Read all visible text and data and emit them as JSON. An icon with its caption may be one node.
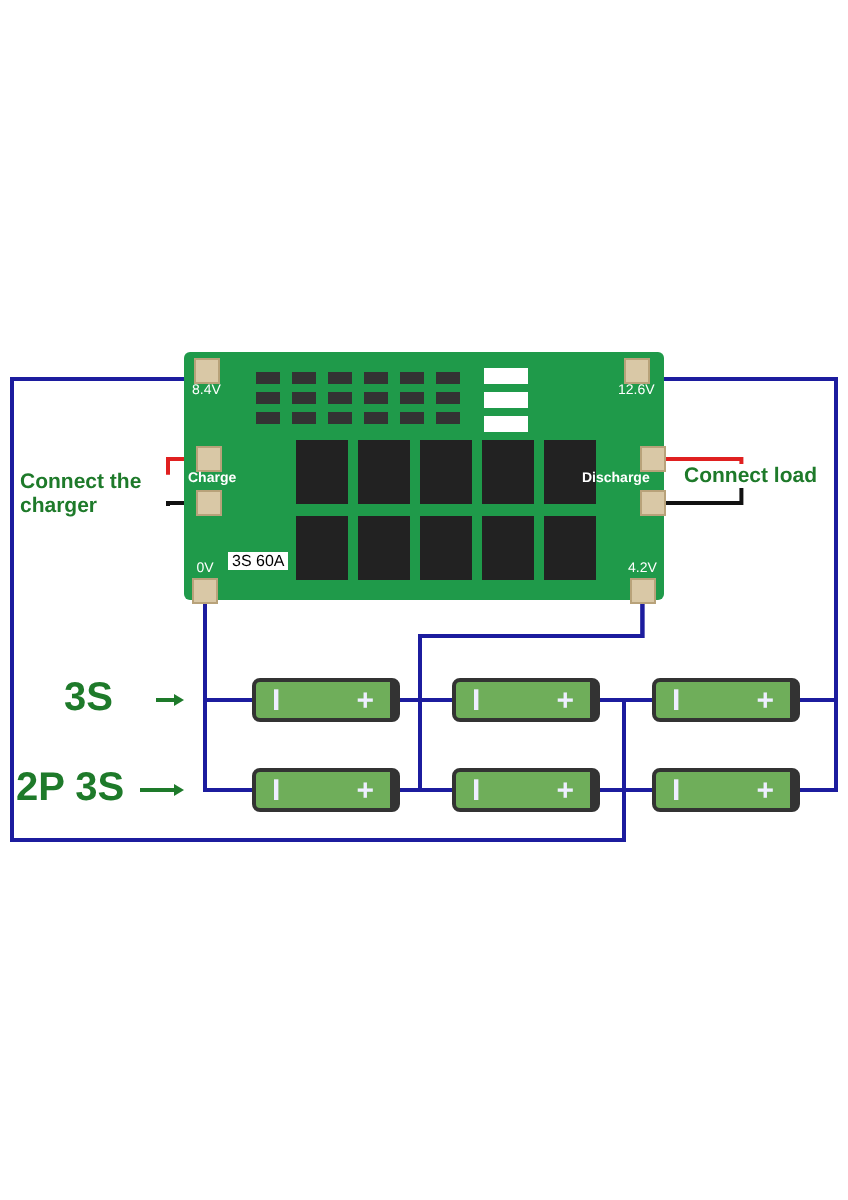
{
  "diagram": {
    "nodes": [
      {
        "text": [
          "3S 60A"
        ]
      },
      {
        "text": [
          "8.4V"
        ],
        "in": 0
      },
      {
        "text": [
          "0V"
        ],
        "in": 0
      },
      {
        "text": [
          "12.6V"
        ],
        "in": 0
      },
      {
        "text": [
          "4.2V"
        ],
        "in": 0
      },
      {
        "text": [],
        "shape": "box",
        "in": 0
      },
      {
        "text": [],
        "shape": "box",
        "in": 0
      },
      {
        "text": [],
        "shape": "box",
        "in": 0
      },
      {
        "text": [],
        "shape": "box",
        "in": 0
      },
      {
        "text": [
          "Connect the charger"
        ]
      },
      {
        "text": [
          "Connect load"
        ]
      },
      {
        "text": [
          "I",
          "+"
        ]
      },
      {
        "text": [
          "I",
          "+"
        ]
      },
      {
        "text": [
          "I",
          "+"
        ]
      },
      {
        "text": [
          "I",
          "+"
        ]
      },
      {
        "text": [
          "I",
          "+"
        ]
      },
      {
        "text": [
          "I",
          "+"
        ]
      }
    ],
    "edges": [
      {
        "from": 9,
        "to": 5,
        "arrow": "none",
        "color": "#e02020"
      },
      {
        "from": 9,
        "to": 6,
        "arrow": "none",
        "color": "#111111"
      },
      {
        "from": 10,
        "to": 7,
        "arrow": "none",
        "color": "#e02020"
      },
      {
        "from": 10,
        "to": 8,
        "arrow": "none",
        "color": "#111111"
      },
      {
        "from": 2,
        "to": 11,
        "arrow": "none"
      },
      {
        "from": 2,
        "to": 14,
        "arrow": "none"
      },
      {
        "from": 11,
        "to": 12,
        "arrow": "none"
      },
      {
        "from": 12,
        "to": 13,
        "arrow": "none"
      },
      {
        "from": 14,
        "to": 15,
        "arrow": "none"
      },
      {
        "from": 15,
        "to": 16,
        "arrow": "none"
      },
      {
        "from": 4,
        "to": 12,
        "arrow": "none"
      },
      {
        "from": 4,
        "to": 15,
        "arrow": "none"
      },
      {
        "from": 1,
        "to": 13,
        "arrow": "none"
      },
      {
        "from": 1,
        "to": 16,
        "arrow": "none"
      },
      {
        "from": 3,
        "to": 13,
        "arrow": "none"
      },
      {
        "from": 3,
        "to": 16,
        "arrow": "none"
      }
    ],
    "labels": [
      "Charge",
      "Discharge",
      "3S",
      "2P 3S"
    ]
  }
}
